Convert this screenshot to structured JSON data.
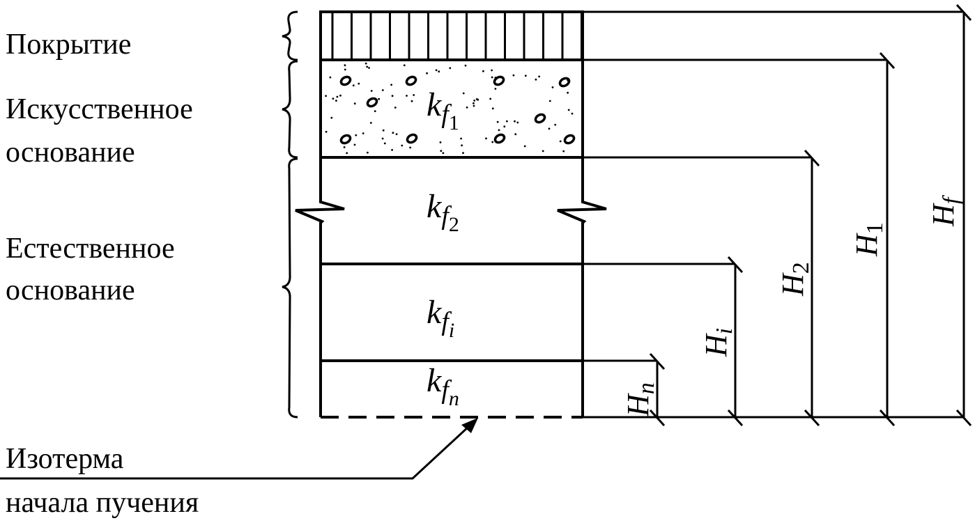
{
  "labels": {
    "covering": "Покрытие",
    "artificial_line1": "Искусственное",
    "artificial_line2": "основание",
    "natural_line1": "Естественное",
    "natural_line2": "основание",
    "isotherm_line1": "Изотерма",
    "isotherm_line2": "начала пучения"
  },
  "layers": [
    {
      "k": "k",
      "sub": "f",
      "subsub": "1"
    },
    {
      "k": "k",
      "sub": "f",
      "subsub": "2"
    },
    {
      "k": "k",
      "sub": "f",
      "subsub": "i"
    },
    {
      "k": "k",
      "sub": "f",
      "subsub": "n"
    }
  ],
  "dimensions": [
    {
      "H": "H",
      "sub": "n"
    },
    {
      "H": "H",
      "sub": "i"
    },
    {
      "H": "H",
      "sub": "2"
    },
    {
      "H": "H",
      "sub": "1"
    },
    {
      "H": "H",
      "sub": "f"
    }
  ]
}
